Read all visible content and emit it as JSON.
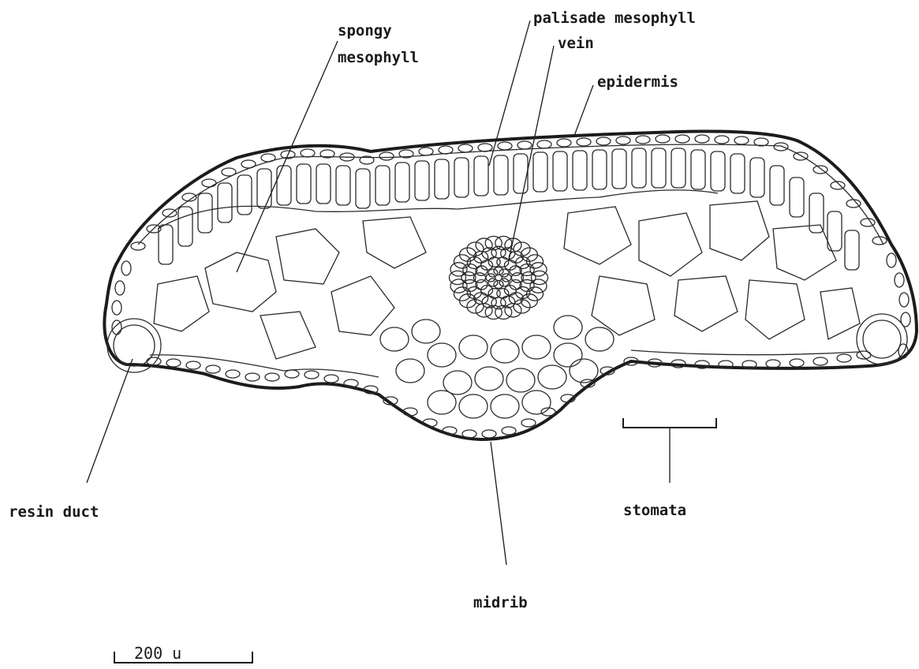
{
  "labels": {
    "spongy_line1": "spongy",
    "spongy_line2": "mesophyll",
    "palisade": "palisade mesophyll",
    "vein": "vein",
    "epidermis": "epidermis",
    "resin_duct": "resin duct",
    "stomata": "stomata",
    "midrib": "midrib",
    "scale_bar": "200 u"
  },
  "colors": {
    "ink": "#1a1a1a",
    "background": "#ffffff"
  }
}
